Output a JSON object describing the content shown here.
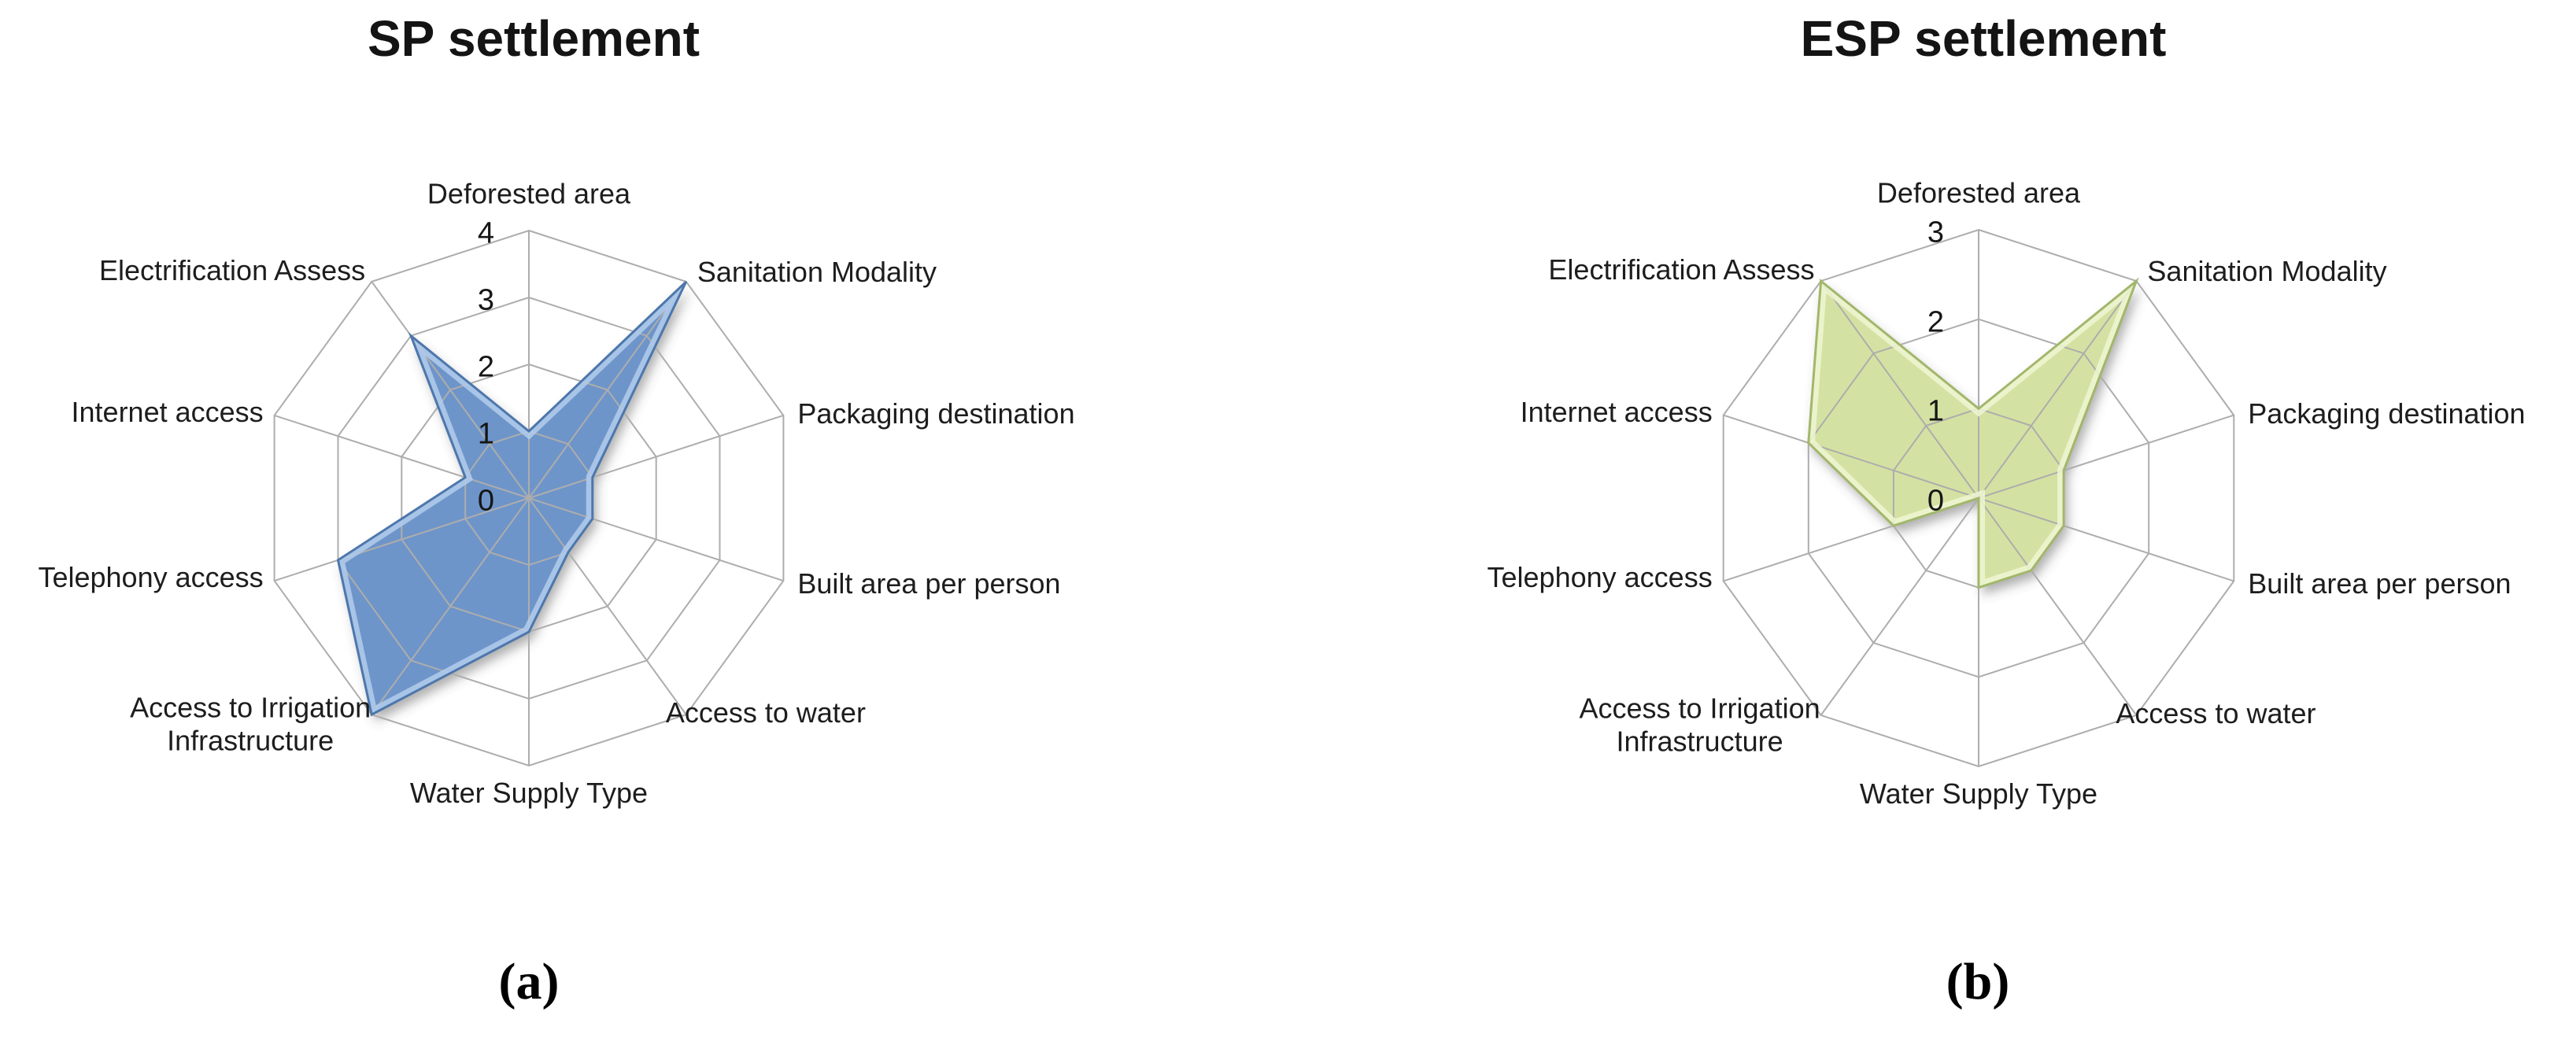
{
  "figure": {
    "background_color": "#ffffff",
    "panels": [
      {
        "id": "a",
        "title": "SP settlement",
        "caption_label": "(a)"
      },
      {
        "id": "b",
        "title": "ESP settlement",
        "caption_label": "(b)"
      }
    ]
  },
  "chart_data": [
    {
      "panel": "a",
      "type": "radar",
      "title": "SP settlement",
      "categories": [
        "Deforested area",
        "Sanitation Modality",
        "Packaging destination",
        "Built area per person",
        "Access to water",
        "Water Supply Type",
        "Access to Irrigation Infrastructure",
        "Telephony access",
        "Internet access",
        "Electrification Assess"
      ],
      "series": [
        {
          "name": "SP settlement",
          "values": [
            1,
            4,
            1,
            1,
            1,
            2,
            4,
            3,
            1,
            3
          ]
        }
      ],
      "rmin": 0,
      "rmax": 4,
      "ticks": [
        0,
        1,
        2,
        3,
        4
      ],
      "grid": true,
      "legend": "none",
      "fill_color": "#6E95C9",
      "border_color": "#4D77AC",
      "highlight_color": "#B3CDEC",
      "grid_color": "#ADADAD"
    },
    {
      "panel": "b",
      "type": "radar",
      "title": "ESP settlement",
      "categories": [
        "Deforested area",
        "Sanitation Modality",
        "Packaging destination",
        "Built area per person",
        "Access to water",
        "Water Supply Type",
        "Access to Irrigation Infrastructure",
        "Telephony access",
        "Internet access",
        "Electrification Assess"
      ],
      "series": [
        {
          "name": "ESP settlement",
          "values": [
            1,
            3,
            1,
            1,
            1,
            1,
            0,
            1,
            2,
            3
          ]
        }
      ],
      "rmin": 0,
      "rmax": 3,
      "ticks": [
        0,
        1,
        2,
        3
      ],
      "grid": true,
      "legend": "none",
      "fill_color": "#D3E2A2",
      "border_color": "#A2B76B",
      "highlight_color": "#EFF6D4",
      "grid_color": "#ADADAD"
    }
  ]
}
